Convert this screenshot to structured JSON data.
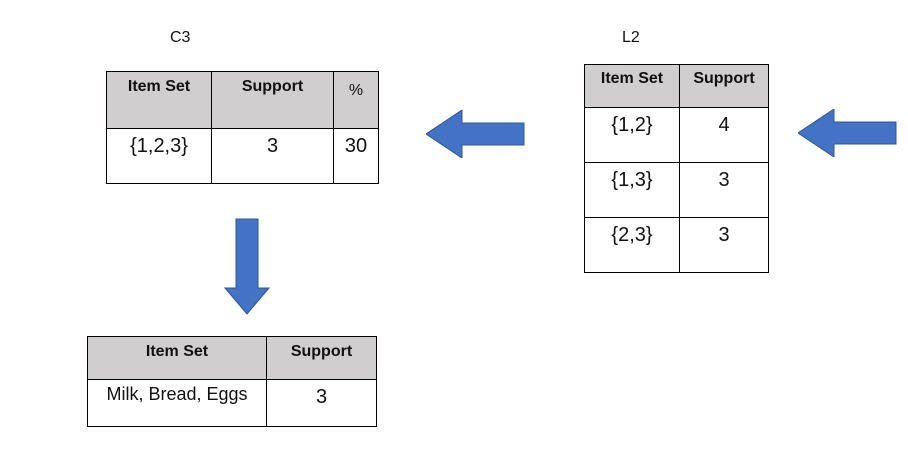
{
  "labels": {
    "c3": "C3",
    "l2": "L2"
  },
  "c3_table": {
    "headers": [
      "Item Set",
      "Support",
      "%"
    ],
    "rows": [
      [
        "{1,2,3}",
        "3",
        "30"
      ]
    ]
  },
  "l2_table": {
    "headers": [
      "Item Set",
      "Support"
    ],
    "rows": [
      [
        "{1,2}",
        "4"
      ],
      [
        "{1,3}",
        "3"
      ],
      [
        "{2,3}",
        "3"
      ]
    ]
  },
  "result_table": {
    "headers": [
      "Item Set",
      "Support"
    ],
    "rows": [
      [
        "Milk, Bread, Eggs",
        "3"
      ]
    ]
  },
  "arrows": {
    "color": "#4472c4",
    "directions": [
      "left",
      "left",
      "down"
    ]
  }
}
